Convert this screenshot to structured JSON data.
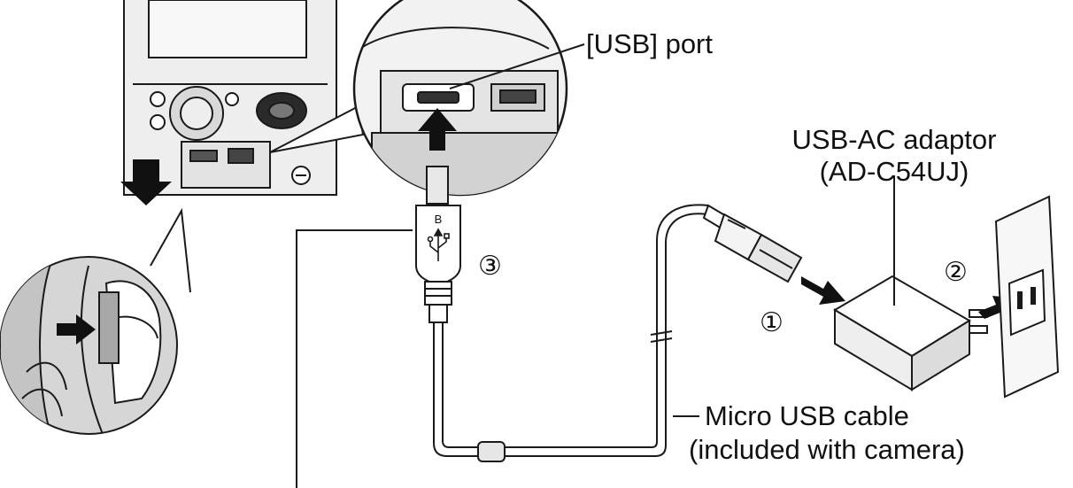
{
  "labels": {
    "usb_port": "[USB] port",
    "adaptor_line1": "USB-AC adaptor",
    "adaptor_line2": "(AD-C54UJ)",
    "cable_line1": "Micro USB cable",
    "cable_line2": "(included with camera)"
  },
  "steps": {
    "step1": "①",
    "step2": "②",
    "step3": "③"
  },
  "connector": {
    "mark": "B"
  },
  "colors": {
    "line": "#1a1a1a",
    "metal": "#e8e8e8",
    "shade": "#bdbdbd"
  }
}
